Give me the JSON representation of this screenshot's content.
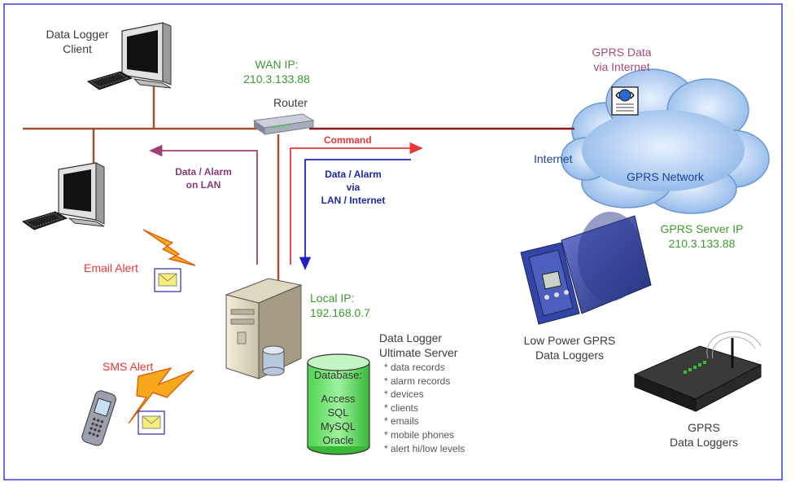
{
  "labels": {
    "client": [
      "Data Logger",
      "Client"
    ],
    "wan": [
      "WAN IP:",
      "210.3.133.88"
    ],
    "router": "Router",
    "gprs_data": [
      "GPRS Data",
      "via Internet"
    ],
    "command": "Command",
    "internet": "Internet",
    "gprs_network": "GPRS Network",
    "data_alarm_lan": [
      "Data / Alarm",
      "on LAN"
    ],
    "data_alarm_internet": [
      "Data / Alarm",
      "via",
      "LAN / Internet"
    ],
    "gprs_server": [
      "GPRS Server IP",
      "210.3.133.88"
    ],
    "email_alert": "Email Alert",
    "local_ip": [
      "Local IP:",
      "192.168.0.7"
    ],
    "server_title": [
      "Data Logger",
      "Ultimate Server"
    ],
    "server_items": [
      "* data records",
      "* alarm records",
      "* devices",
      "* clients",
      "* emails",
      "* mobile phones",
      "* alert hi/low levels"
    ],
    "database_title": "Database:",
    "database_items": [
      "Access",
      "SQL",
      "MySQL",
      "Oracle"
    ],
    "low_power": [
      "Low Power GPRS",
      "Data Loggers"
    ],
    "sms_alert": "SMS Alert",
    "gprs_loggers": [
      "GPRS",
      "Data Loggers"
    ]
  },
  "colors": {
    "border": "#3a3ad8",
    "lan_line": "#a0522d",
    "internet_line": "#8b1a1a",
    "command_arrow": "#e53838",
    "data_internet_arrow": "#2020c0",
    "data_lan_arrow": "#a04070",
    "ip_text": "#3a9a2e"
  },
  "icons": [
    "desktop-computer-icon",
    "router-icon",
    "cloud-icon",
    "web-document-icon",
    "lightning-icon",
    "envelope-icon",
    "server-tower-icon",
    "database-cylinder-icon",
    "mobile-phone-icon",
    "gprs-logger-device-icon"
  ]
}
